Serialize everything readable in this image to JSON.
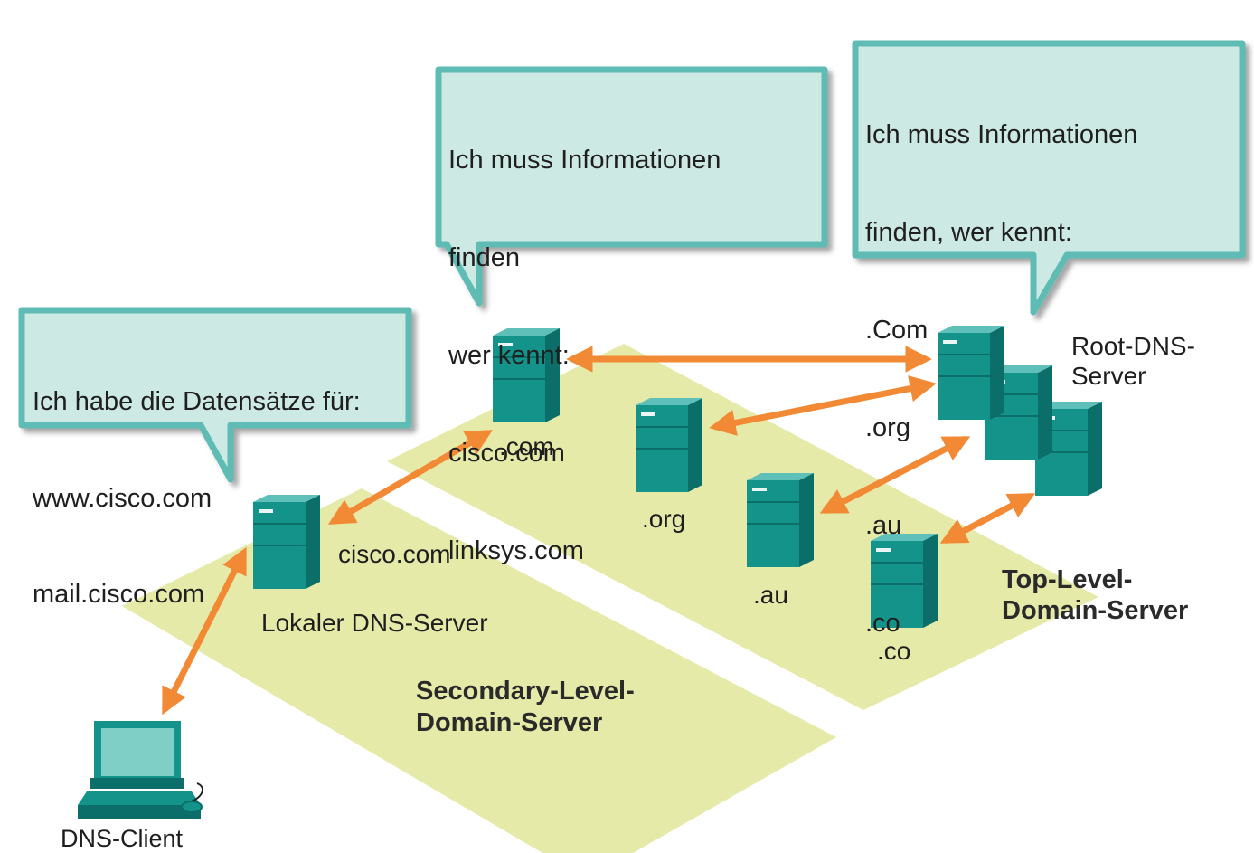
{
  "colors": {
    "zone_fill": "#e6eaa8",
    "bubble_fill": "#cde9e4",
    "bubble_border": "#5fbcb4",
    "server_body": "#13938a",
    "server_dark": "#0b6e68",
    "server_top": "#5ec0b8",
    "arrow": "#f28a35"
  },
  "bubbles": {
    "local": [
      "Ich habe die Datensätze für:",
      "www.cisco.com",
      "mail.cisco.com"
    ],
    "com": [
      "Ich muss Informationen",
      "finden",
      "wer kennt:",
      "cisco.com",
      "linksys.com"
    ],
    "root": [
      "Ich muss Informationen",
      "finden, wer kennt:",
      ".Com",
      ".org",
      ".au",
      ".co"
    ]
  },
  "labels": {
    "root": [
      "Root-DNS-",
      "Server"
    ],
    "com": ".com",
    "org": ".org",
    "au": ".au",
    "co": ".co",
    "cisco": "cisco.com",
    "local_dns": "Lokaler DNS-Server",
    "client": "DNS-Client",
    "tld": [
      "Top-Level-",
      "Domain-Server"
    ],
    "sld": [
      "Secondary-Level-",
      "Domain-Server"
    ]
  },
  "icons": {
    "server": "server-tower-icon",
    "client": "desktop-computer-icon"
  }
}
